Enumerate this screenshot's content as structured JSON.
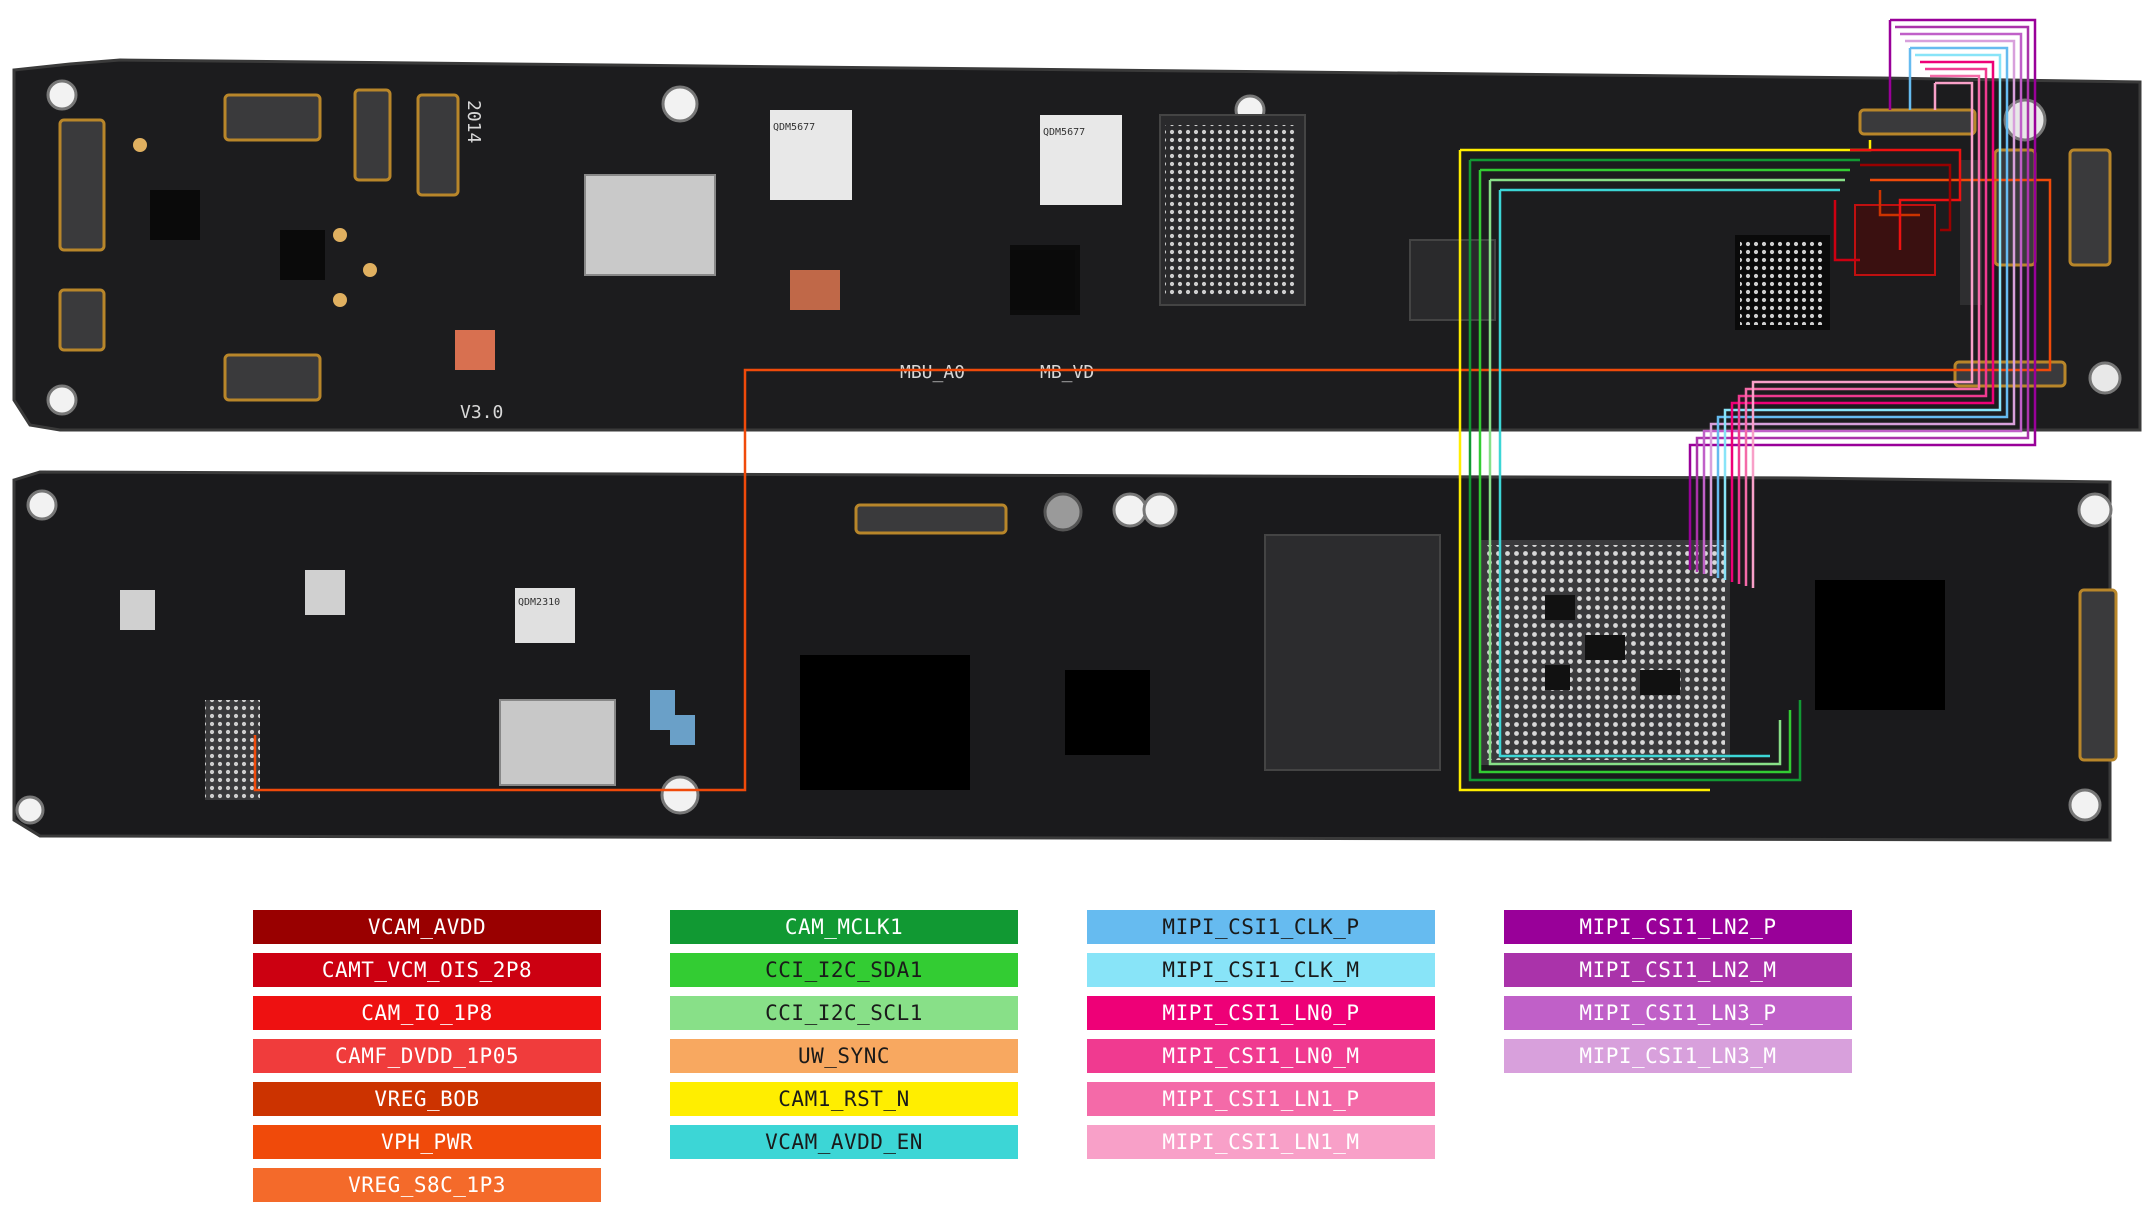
{
  "board": {
    "silkscreen": [
      "2014",
      "MBU_A0",
      "MB_VD",
      "V3.0",
      "QDM5677",
      "QDM5677",
      "QDM2310"
    ]
  },
  "legend": [
    {
      "label": "VCAM_AVDD",
      "color": "#990000"
    },
    {
      "label": "CAMT_VCM_OIS_2P8",
      "color": "#cc0011"
    },
    {
      "label": "CAM_IO_1P8",
      "color": "#ee1111"
    },
    {
      "label": "CAMF_DVDD_1P05",
      "color": "#f03c3c"
    },
    {
      "label": "VREG_BOB",
      "color": "#cc3300"
    },
    {
      "label": "VPH_PWR",
      "color": "#f04a0a"
    },
    {
      "label": "VREG_S8C_1P3",
      "color": "#f46a2a"
    },
    {
      "label": "CAM_MCLK1",
      "color": "#119933"
    },
    {
      "label": "CCI_I2C_SDA1",
      "color": "#33cc33"
    },
    {
      "label": "CCI_I2C_SCL1",
      "color": "#88e088"
    },
    {
      "label": "UW_SYNC",
      "color": "#f8a860"
    },
    {
      "label": "CAM1_RST_N",
      "color": "#ffee00"
    },
    {
      "label": "VCAM_AVDD_EN",
      "color": "#3cd6d6"
    },
    {
      "label": "MIPI_CSI1_CLK_P",
      "color": "#66bbf0"
    },
    {
      "label": "MIPI_CSI1_CLK_M",
      "color": "#88e4f8"
    },
    {
      "label": "MIPI_CSI1_LN0_P",
      "color": "#ee0077"
    },
    {
      "label": "MIPI_CSI1_LN0_M",
      "color": "#f03a90"
    },
    {
      "label": "MIPI_CSI1_LN1_P",
      "color": "#f46aa8"
    },
    {
      "label": "MIPI_CSI1_LN1_M",
      "color": "#f8a0c8"
    },
    {
      "label": "MIPI_CSI1_LN2_P",
      "color": "#990099"
    },
    {
      "label": "MIPI_CSI1_LN2_M",
      "color": "#aa33aa"
    },
    {
      "label": "MIPI_CSI1_LN3_P",
      "color": "#c060c8"
    },
    {
      "label": "MIPI_CSI1_LN3_M",
      "color": "#d8a0dc"
    }
  ]
}
